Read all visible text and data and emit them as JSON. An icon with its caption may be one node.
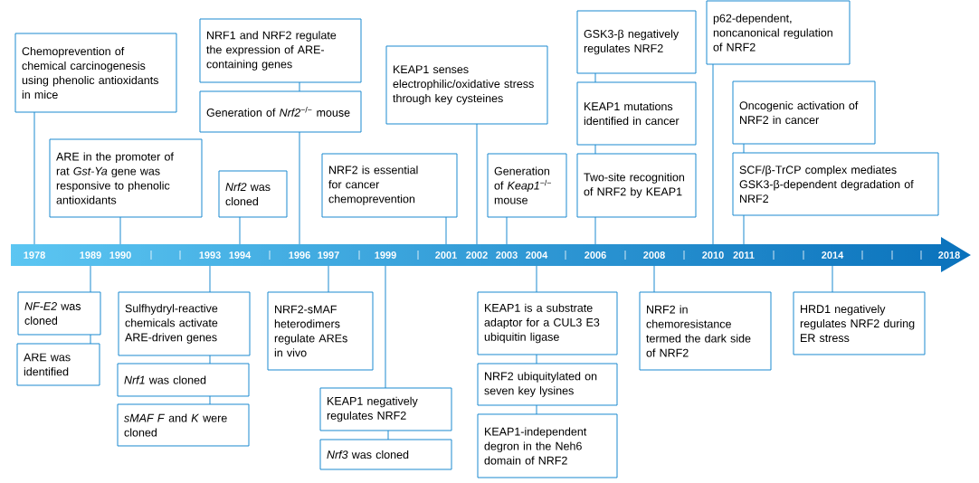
{
  "diagram": {
    "nodes": [
      {
        "text": [
          "Chemoprevention of chemical carcinogenesis using phenolic antioxidants in mice"
        ]
      },
      {
        "text": [
          "ARE in the promoter of rat *Gst-Ya* gene was responsive to phenolic antioxidants"
        ]
      },
      {
        "text": [
          "NRF1 and NRF2 regulate the expression of ARE-containing genes"
        ]
      },
      {
        "text": [
          "Generation of *Nrf2*$^{−/−}$ mouse"
        ]
      },
      {
        "text": [
          "*Nrf2* was cloned"
        ]
      },
      {
        "text": [
          "KEAP1 senses electrophilic/oxidative stress through key cysteines"
        ]
      },
      {
        "text": [
          "NRF2 is essential for cancer chemoprevention"
        ]
      },
      {
        "text": [
          "Generation of *Keap1*$^{−/−}$ mouse"
        ]
      },
      {
        "text": [
          "GSK3-β negatively regulates NRF2"
        ]
      },
      {
        "text": [
          "KEAP1 mutations identified in cancer"
        ]
      },
      {
        "text": [
          "Two-site recognition of NRF2 by KEAP1"
        ]
      },
      {
        "text": [
          "p62-dependent, noncanonical regulation of NRF2"
        ]
      },
      {
        "text": [
          "Oncogenic activation of NRF2 in cancer"
        ]
      },
      {
        "text": [
          "SCF/β-TrCP complex mediates GSK3-β-dependent degradation of NRF2"
        ]
      },
      {
        "text": [
          "1978"
        ]
      },
      {
        "text": [
          "1989"
        ]
      },
      {
        "text": [
          "1990"
        ]
      },
      {
        "text": [
          "1993"
        ]
      },
      {
        "text": [
          "1994"
        ]
      },
      {
        "text": [
          "1996"
        ]
      },
      {
        "text": [
          "1997"
        ]
      },
      {
        "text": [
          "1999"
        ]
      },
      {
        "text": [
          "2001"
        ]
      },
      {
        "text": [
          "2002"
        ]
      },
      {
        "text": [
          "2003"
        ]
      },
      {
        "text": [
          "2004"
        ]
      },
      {
        "text": [
          "2006"
        ]
      },
      {
        "text": [
          "2008"
        ]
      },
      {
        "text": [
          "2010"
        ]
      },
      {
        "text": [
          "2011"
        ]
      },
      {
        "text": [
          "2014"
        ]
      },
      {
        "text": [
          "2018"
        ]
      },
      {
        "text": [
          "*NF-E2* was cloned"
        ]
      },
      {
        "text": [
          "ARE was identified"
        ]
      },
      {
        "text": [
          "Sulfhydryl-reactive chemicals activate ARE-driven genes"
        ]
      },
      {
        "text": [
          "*Nrf1* was cloned"
        ]
      },
      {
        "text": [
          "*sMAF F* and *K* were cloned"
        ]
      },
      {
        "text": [
          "NRF2-sMAF heterodimers regulate AREs in vivo"
        ]
      },
      {
        "text": [
          "KEAP1 negatively regulates NRF2"
        ]
      },
      {
        "text": [
          "*Nrf3* was cloned"
        ]
      },
      {
        "text": [
          "KEAP1 is a substrate adaptor for a CUL3 E3 ubiquitin ligase"
        ]
      },
      {
        "text": [
          "NRF2 ubiquitylated on seven key lysines"
        ]
      },
      {
        "text": [
          "KEAP1-independent degron in the Neh6 domain of NRF2"
        ]
      },
      {
        "text": [
          "NRF2 in chemoresistance termed the dark side of NRF2"
        ]
      },
      {
        "text": [
          "HRD1 negatively regulates NRF2 during ER stress"
        ]
      }
    ],
    "edges": [
      {
        "from": 0,
        "to": 14,
        "arrow": "none"
      },
      {
        "from": 1,
        "to": 16,
        "arrow": "none"
      },
      {
        "from": 2,
        "to": 3,
        "arrow": "none"
      },
      {
        "from": 3,
        "to": 19,
        "arrow": "none"
      },
      {
        "from": 4,
        "to": 18,
        "arrow": "none"
      },
      {
        "from": 5,
        "to": 23,
        "arrow": "none"
      },
      {
        "from": 6,
        "to": 22,
        "arrow": "none"
      },
      {
        "from": 7,
        "to": 24,
        "arrow": "none"
      },
      {
        "from": 8,
        "to": 9,
        "arrow": "none"
      },
      {
        "from": 9,
        "to": 10,
        "arrow": "none"
      },
      {
        "from": 10,
        "to": 26,
        "arrow": "none"
      },
      {
        "from": 11,
        "to": 28,
        "arrow": "none"
      },
      {
        "from": 12,
        "to": 13,
        "arrow": "none"
      },
      {
        "from": 13,
        "to": 29,
        "arrow": "none"
      },
      {
        "from": 15,
        "to": 32,
        "arrow": "none"
      },
      {
        "from": 32,
        "to": 33,
        "arrow": "none"
      },
      {
        "from": 17,
        "to": 34,
        "arrow": "none"
      },
      {
        "from": 34,
        "to": 35,
        "arrow": "none"
      },
      {
        "from": 35,
        "to": 36,
        "arrow": "none"
      },
      {
        "from": 20,
        "to": 37,
        "arrow": "none"
      },
      {
        "from": 21,
        "to": 38,
        "arrow": "none"
      },
      {
        "from": 38,
        "to": 39,
        "arrow": "none"
      },
      {
        "from": 25,
        "to": 40,
        "arrow": "none"
      },
      {
        "from": 40,
        "to": 41,
        "arrow": "none"
      },
      {
        "from": 41,
        "to": 42,
        "arrow": "none"
      },
      {
        "from": 27,
        "to": 43,
        "arrow": "none"
      },
      {
        "from": 30,
        "to": 44,
        "arrow": "none"
      }
    ]
  }
}
